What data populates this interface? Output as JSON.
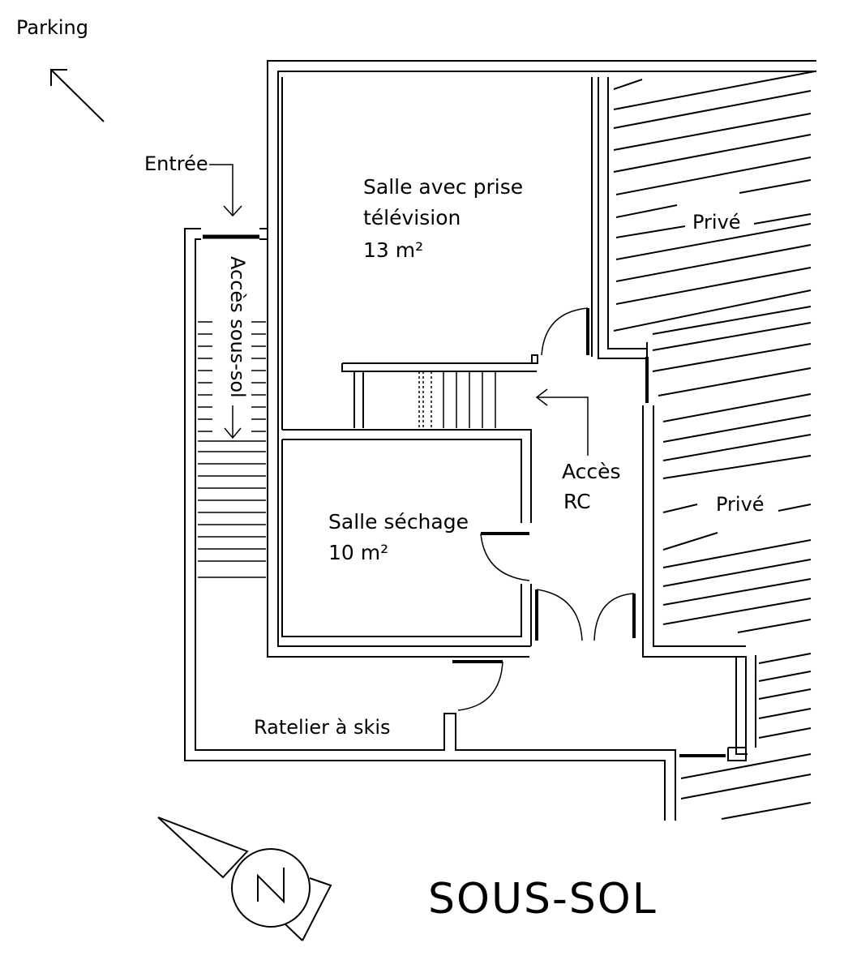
{
  "labels": {
    "parking": "Parking",
    "entree": "Entrée",
    "acces_sous_sol": "Accès sous-sol",
    "salle_tv_line1": "Salle avec prise",
    "salle_tv_line2": "télévision",
    "salle_tv_area": "13 m²",
    "salle_sechage_line1": "Salle séchage",
    "salle_sechage_area": "10 m²",
    "acces_rc_line1": "Accès",
    "acces_rc_line2": "RC",
    "prive_1": "Privé",
    "prive_2": "Privé",
    "ratelier": "Ratelier à skis",
    "compass_letter": "N",
    "title": "SOUS-SOL"
  },
  "colors": {
    "ink": "#000000",
    "background": "#ffffff"
  }
}
